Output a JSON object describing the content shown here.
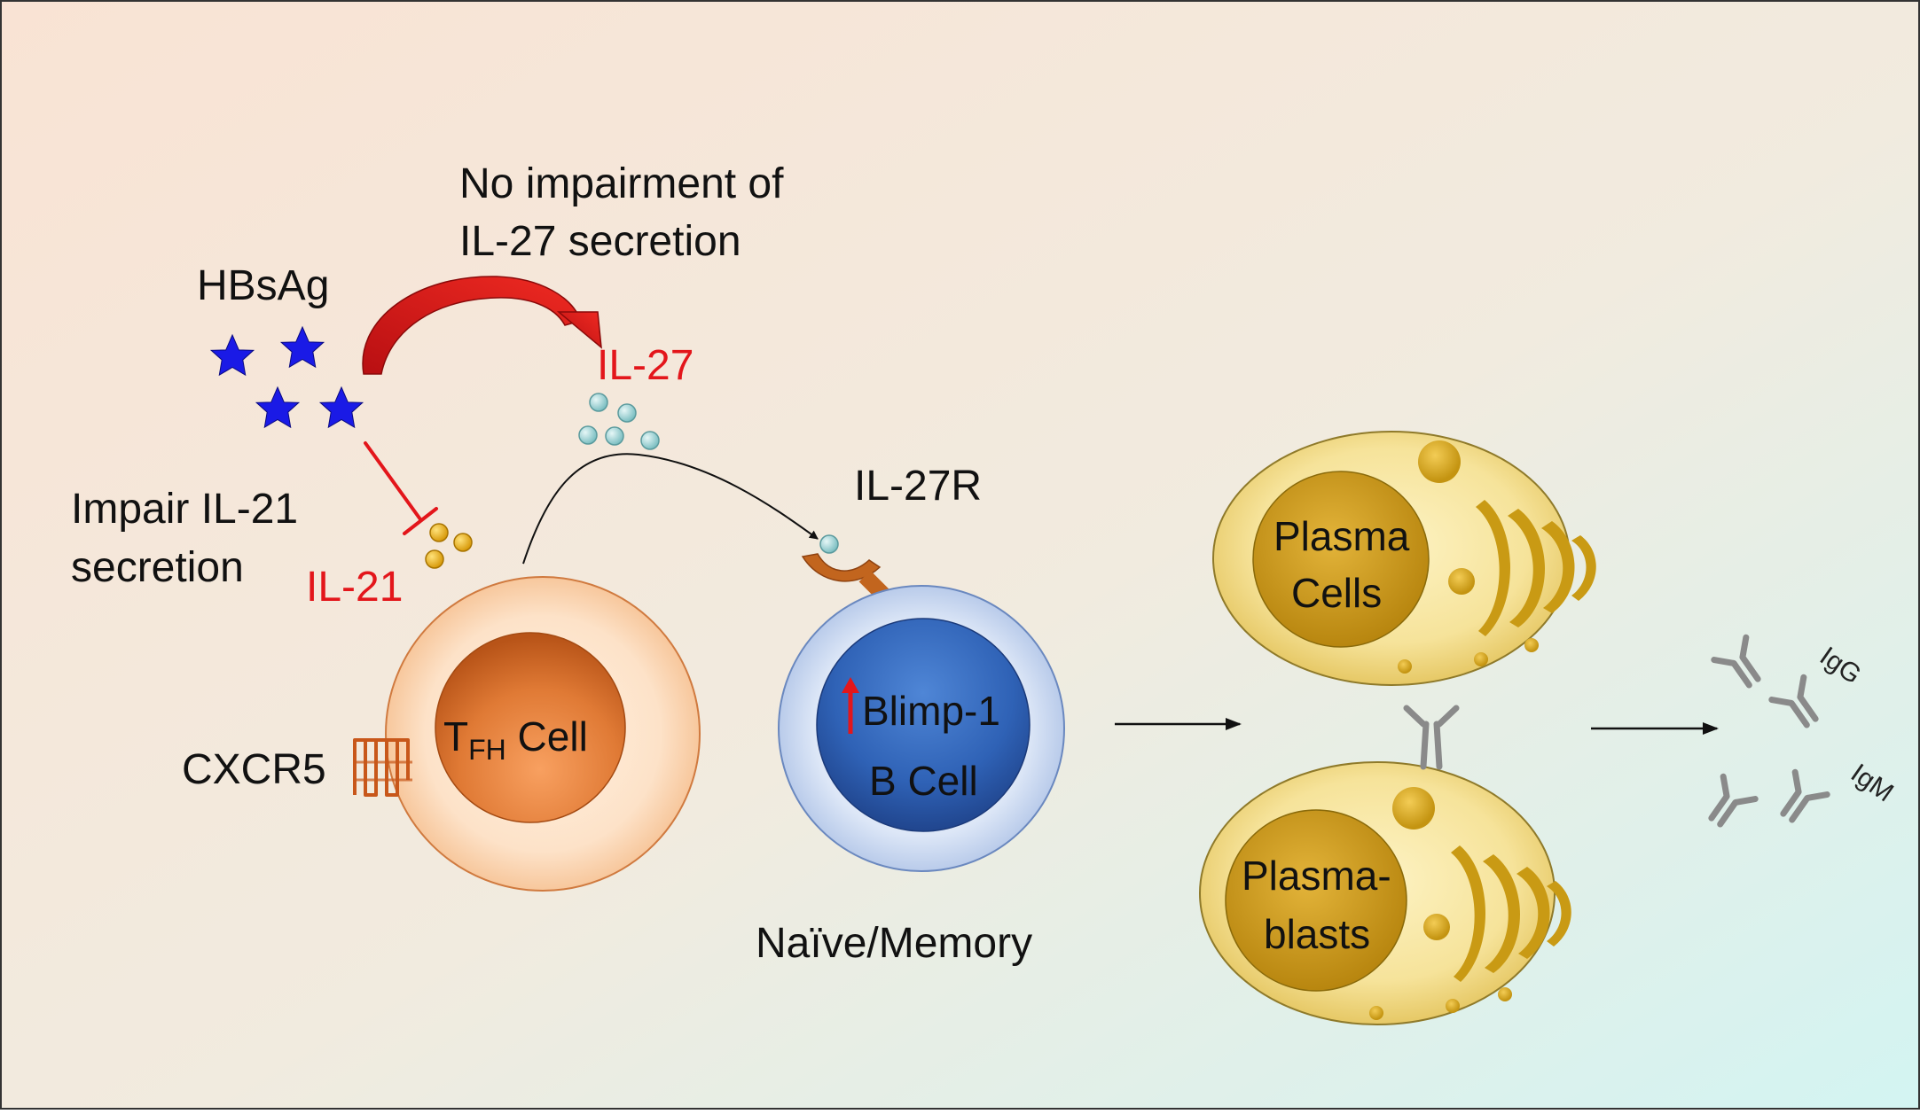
{
  "texts": {
    "no_impairment_line1": "No impairment  of",
    "no_impairment_line2": "IL-27 secretion",
    "hbsag": "HBsAg",
    "il27": "IL-27",
    "impair_line1": "Impair IL-21",
    "impair_line2": "secretion",
    "il21": "IL-21",
    "il27r": "IL-27R",
    "tfh_t": "T",
    "tfh_sub": "FH",
    "tfh_cell": " Cell",
    "cxcr5": "CXCR5",
    "blimp1": "Blimp-1",
    "b_cell": "B Cell",
    "naive_memory": "Naïve/Memory",
    "plasma_cells_line1": "Plasma",
    "plasma_cells_line2": "Cells",
    "plasmablasts_line1": "Plasma-",
    "plasmablasts_line2": "blasts",
    "igg": "IgG",
    "igm": "IgM"
  },
  "colors": {
    "inhibition_red": "#e3161b",
    "star_blue": "#1a1ae6",
    "tfh_orange": "#d4621f",
    "b_cell_blue": "#2f5fb0",
    "plasma_gold": "#d9a82a",
    "antibody_gray": "#8a8a8a",
    "il27_dot": "#a9d9d9",
    "il21_dot": "#e8b21a"
  }
}
